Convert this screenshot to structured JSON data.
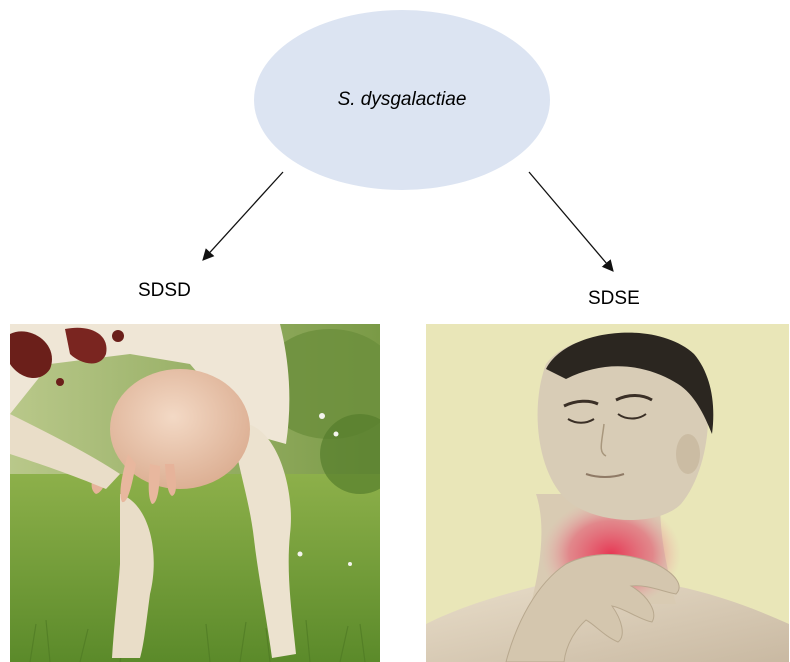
{
  "diagram": {
    "root": {
      "label": "S. dysgalactiae",
      "fill": "#dce4f2"
    },
    "branches": [
      {
        "label": "SDSD",
        "image": "cow-udder-on-grass"
      },
      {
        "label": "SDSE",
        "image": "man-with-sore-throat"
      }
    ]
  }
}
